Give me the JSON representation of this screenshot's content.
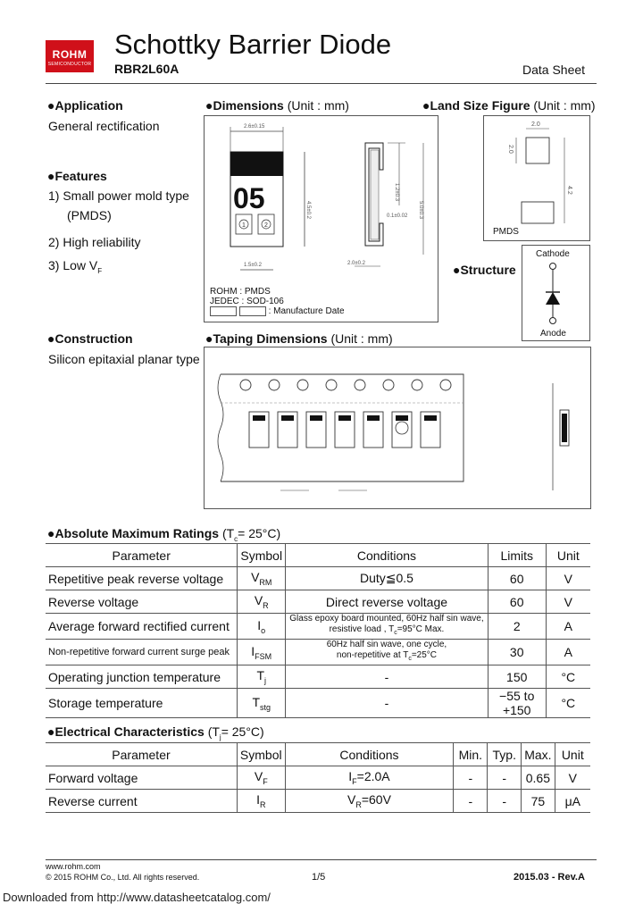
{
  "header": {
    "logo_text": "ROHM",
    "logo_subtext": "SEMICONDUCTOR",
    "title": "Schottky Barrier Diode",
    "part_number": "RBR2L60A",
    "doc_type": "Data Sheet"
  },
  "application": {
    "heading": "Application",
    "text": "General rectification"
  },
  "features": {
    "heading": "Features",
    "items": [
      {
        "num": "1)",
        "text": "Small power mold type",
        "sub": "(PMDS)"
      },
      {
        "num": "2)",
        "text": "High reliability"
      },
      {
        "num": "3)",
        "text": "Low V",
        "sub_script": "F"
      }
    ]
  },
  "dimensions": {
    "heading": "Dimensions",
    "unit": "(Unit : mm)",
    "marking": "05",
    "lines": [
      "ROHM : PMDS",
      "JEDEC : SOD-106",
      ": Manufacture Date"
    ],
    "labels": {
      "top": "2.6±0.15",
      "height": "4.5±0.2",
      "bottom": "1.5±0.2",
      "side_w": "2.0±0.2",
      "side_h1": "1.2±0.3",
      "side_h2": "5.0±0.3",
      "side_small": "0.1±0.02"
    },
    "circle1": "1",
    "circle2": "2"
  },
  "land": {
    "heading": "Land Size Figure",
    "unit": "(Unit : mm)",
    "w": "2.0",
    "h": "2.0",
    "gap": "4.2",
    "label": "PMDS"
  },
  "structure": {
    "heading": "Structure",
    "cathode": "Cathode",
    "anode": "Anode"
  },
  "construction": {
    "heading": "Construction",
    "text": "Silicon epitaxial planar type"
  },
  "taping": {
    "heading": "Taping Dimensions",
    "unit": "(Unit : mm)"
  },
  "abs_max": {
    "heading": "Absolute Maximum Ratings",
    "cond": "(T",
    "cond_sub": "c",
    "cond_end": "= 25°C)",
    "columns": [
      "Parameter",
      "Symbol",
      "Conditions",
      "Limits",
      "Unit"
    ],
    "rows": [
      {
        "param": "Repetitive peak reverse voltage",
        "sym": "V",
        "sym_sub": "RM",
        "cond": "Duty≦0.5",
        "limit": "60",
        "unit": "V"
      },
      {
        "param": "Reverse voltage",
        "sym": "V",
        "sym_sub": "R",
        "cond": "Direct reverse voltage",
        "limit": "60",
        "unit": "V"
      },
      {
        "param": "Average forward rectified current",
        "sym": "I",
        "sym_sub": "o",
        "cond1": "Glass epoxy board mounted, 60Hz half sin wave,",
        "cond2": "resistive load , T",
        "cond2_sub": "c",
        "cond2_end": "=95°C Max.",
        "limit": "2",
        "unit": "A"
      },
      {
        "param": "Non-repetitive forward current surge peak",
        "sym": "I",
        "sym_sub": "FSM",
        "cond1": "60Hz half sin wave, one cycle,",
        "cond2": "non-repetitive at  T",
        "cond2_sub": "c",
        "cond2_end": "=25°C",
        "limit": "30",
        "unit": "A"
      },
      {
        "param": "Operating junction temperature",
        "sym": "T",
        "sym_sub": "j",
        "cond": "-",
        "limit": "150",
        "unit": "°C"
      },
      {
        "param": "Storage temperature",
        "sym": "T",
        "sym_sub": "stg",
        "cond": "-",
        "limit": "−55 to +150",
        "unit": "°C"
      }
    ]
  },
  "elec": {
    "heading": "Electrical Characteristics",
    "cond": "(T",
    "cond_sub": "j",
    "cond_end": "= 25°C)",
    "columns": [
      "Parameter",
      "Symbol",
      "Conditions",
      "Min.",
      "Typ.",
      "Max.",
      "Unit"
    ],
    "rows": [
      {
        "param": "Forward voltage",
        "sym": "V",
        "sym_sub": "F",
        "c1": "I",
        "c1_sub": "F",
        "c1_end": "=2.0A",
        "min": "-",
        "typ": "-",
        "max": "0.65",
        "unit": "V"
      },
      {
        "param": "Reverse current",
        "sym": "I",
        "sym_sub": "R",
        "c1": "V",
        "c1_sub": "R",
        "c1_end": "=60V",
        "min": "-",
        "typ": "-",
        "max": "75",
        "unit": "μA"
      }
    ]
  },
  "footer": {
    "url": "www.rohm.com",
    "copyright": "© 2015  ROHM Co., Ltd. All rights reserved.",
    "page": "1/5",
    "date": "2015.03 -  Rev.A",
    "download": "Downloaded from http://www.datasheetcatalog.com/"
  }
}
